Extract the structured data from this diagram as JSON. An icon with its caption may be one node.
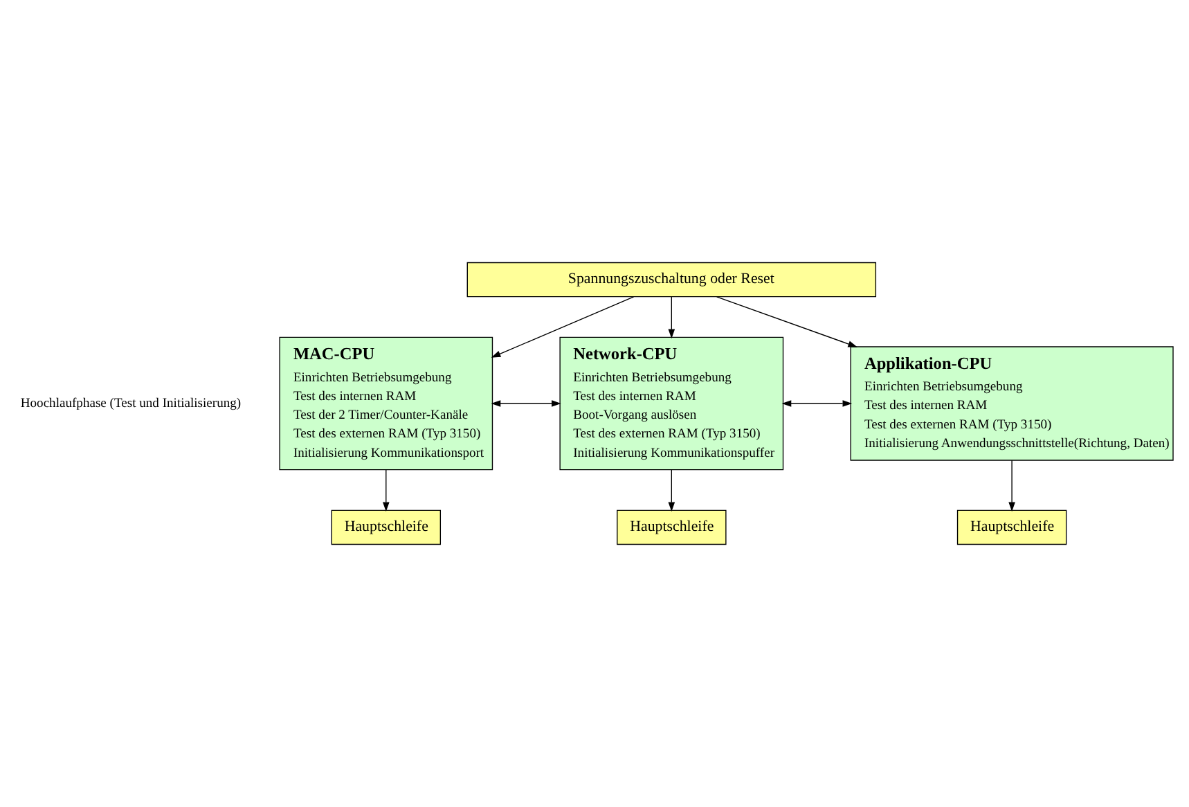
{
  "diagram": {
    "nodes": [
      {
        "text": [
          "Spannungszuschaltung oder Reset"
        ]
      },
      {
        "text": [
          "MAC-CPU",
          "Einrichten Betriebsumgebung",
          "Test des internen RAM",
          "Test der 2 Timer/Counter-Kanäle",
          "Test des externen RAM (Typ 3150)",
          "Initialisierung Kommunikationsport"
        ]
      },
      {
        "text": [
          "Network-CPU",
          "Einrichten Betriebsumgebung",
          "Test des internen RAM",
          "Boot-Vorgang auslösen",
          "Test des externen RAM (Typ 3150)",
          "Initialisierung Kommunikationspuffer"
        ]
      },
      {
        "text": [
          "Applikation-CPU",
          "Einrichten Betriebsumgebung",
          "Test des internen RAM",
          "Test des externen RAM (Typ 3150)",
          "Initialisierung Anwendungsschnittstelle(Richtung, Daten)"
        ]
      },
      {
        "text": [
          "Hauptschleife"
        ]
      },
      {
        "text": [
          "Hauptschleife"
        ]
      },
      {
        "text": [
          "Hauptschleife"
        ]
      }
    ],
    "edges": [
      {
        "from": 0,
        "to": 1,
        "arrow": "to"
      },
      {
        "from": 0,
        "to": 2,
        "arrow": "to"
      },
      {
        "from": 0,
        "to": 3,
        "arrow": "to"
      },
      {
        "from": 1,
        "to": 2,
        "arrow": "both"
      },
      {
        "from": 2,
        "to": 3,
        "arrow": "both"
      },
      {
        "from": 1,
        "to": 4,
        "arrow": "to"
      },
      {
        "from": 2,
        "to": 5,
        "arrow": "to"
      },
      {
        "from": 3,
        "to": 6,
        "arrow": "to"
      }
    ],
    "labels": [
      "Hoochlaufphase (Test und Initialisierung)"
    ]
  }
}
